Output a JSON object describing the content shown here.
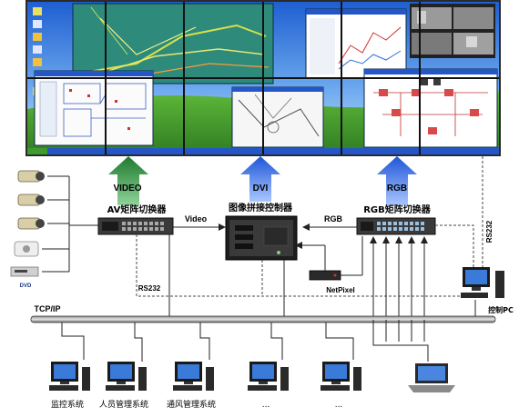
{
  "video_wall": {
    "panels": 12
  },
  "signals": {
    "video_arrow_label": "VIDEO",
    "dvi_arrow_label": "DVI",
    "rgb_arrow_label": "RGB",
    "video_link_label": "Video",
    "rgb_link_label": "RGB",
    "rs232_left_label": "RS232",
    "rs232_right_label": "RS232",
    "netpixel_label": "NetPixel",
    "tcpip_label": "TCP/IP"
  },
  "devices": {
    "av_matrix_title": "AV矩阵切换器",
    "splicing_controller_title": "图像拼接控制器",
    "rgb_matrix_title": "RGB矩阵切换器",
    "dvd_label": "DVD",
    "control_pc_label": "控制PC"
  },
  "clients": [
    {
      "label": "监控系统"
    },
    {
      "label": "人员管理系统"
    },
    {
      "label": "通风管理系统"
    },
    {
      "label": "..."
    },
    {
      "label": "..."
    },
    {
      "label": ""
    }
  ],
  "colors": {
    "video_arrow": "#2e8b3a",
    "dvi_arrow": "#2f6fe0",
    "rgb_arrow": "#2f6fe0",
    "bus": "#3a3a3a"
  }
}
